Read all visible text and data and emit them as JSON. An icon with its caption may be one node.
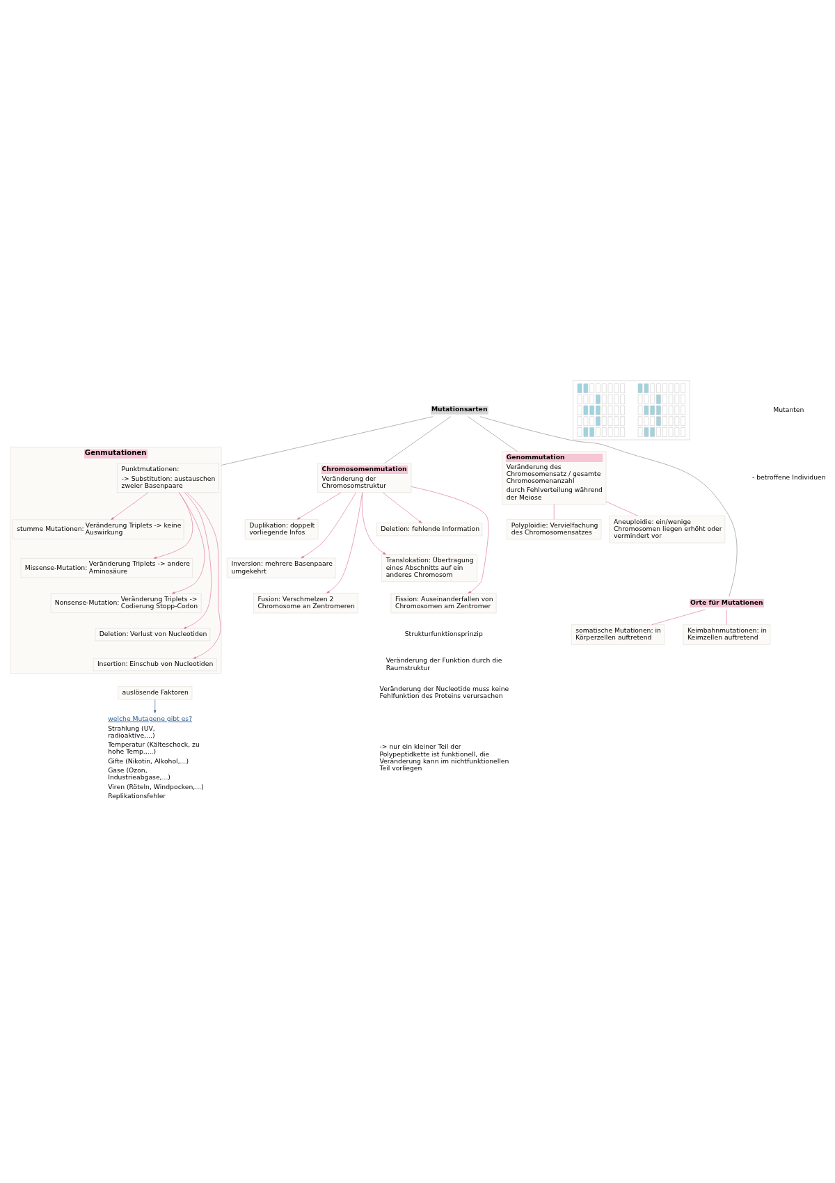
{
  "diagram": {
    "nodes": [
      {
        "text": [
          "Mutationsarten"
        ]
      },
      {
        "text": [
          "Chromosomenmutation",
          "Veränderung der Chromosomstruktur"
        ]
      },
      {
        "text": [
          "Deletion: fehlende Information"
        ]
      },
      {
        "text": [
          "Duplikation: doppelt vorliegende Infos"
        ]
      },
      {
        "text": [
          "Inversion: mehrere Basenpaare umgekehrt"
        ]
      },
      {
        "text": [
          "Translokation: Übertragung eines Abschnitts auf ein anderes Chromosom"
        ]
      },
      {
        "text": [
          "Fusion: Verschmelzen 2 Chromosome an Zentromeren"
        ]
      },
      {
        "text": [
          "Fission: Auseinanderfallen von Chromosomen am Zentromer"
        ]
      },
      {
        "text": [
          "Genommutation",
          "Veränderung des Chromosomensatz / gesamte Chromosomenanzahl",
          "durch Fehlverteilung während der Meiose"
        ]
      },
      {
        "text": [
          "Polyploidie: Vervielfachung des Chromosomensatzes"
        ]
      },
      {
        "text": [
          "Aneuploidie: ein/wenige Chromosomen liegen erhöht oder vermindert vor"
        ]
      },
      {
        "text": [
          "Orte für Mutationen"
        ]
      },
      {
        "text": [
          "somatische Mutationen: in Körperzellen auftretend"
        ]
      },
      {
        "text": [
          "Keimbahnmutationen: in Keimzellen auftretend"
        ]
      },
      {
        "text": [
          "Genmutationen"
        ]
      },
      {
        "text": [
          "Punktmutationen:",
          "-> Substitution: austauschen zweier Basenpaare"
        ],
        "in": 14
      },
      {
        "text": [
          "stumme Mutationen:",
          "Veränderung Triplets -> keine Auswirkung"
        ],
        "in": 14
      },
      {
        "text": [
          "Missense-Mutation:",
          "Veränderung Triplets -> andere Aminosäure"
        ],
        "in": 14
      },
      {
        "text": [
          "Nonsense-Mutation:",
          "Veränderung Triplets -> Codierung Stopp-Codon"
        ],
        "in": 14
      },
      {
        "text": [
          "Deletion:",
          "Verlust von Nucleotiden"
        ],
        "in": 14
      },
      {
        "text": [
          "Insertion:",
          "Einschub von Nucleotiden"
        ],
        "in": 14
      },
      {
        "text": [
          "auslösende Faktoren"
        ]
      },
      {
        "text": [
          "welche Mutagene gibt es?",
          "Strahlung (UV, radioaktive,...)",
          "Temperatur (Kälteschock, zu hohe Temp.,...)",
          "Gifte (Nikotin, Alkohol,...)",
          "Gase (Ozon, Industrieabgase,...)",
          "Viren (Röteln, Windpocken,...)",
          "Replikationsfehler"
        ]
      },
      {
        "text": [],
        "shape": "picture"
      }
    ],
    "edges": [
      {
        "from": 0,
        "to": 1,
        "arrow": "none",
        "color": "#8a8a8a"
      },
      {
        "from": 0,
        "to": 8,
        "arrow": "none",
        "color": "#8a8a8a"
      },
      {
        "from": 0,
        "to": 11,
        "arrow": "none",
        "color": "#8a8a8a"
      },
      {
        "from": 0,
        "to": 14,
        "arrow": "none",
        "color": "#8a8a8a"
      },
      {
        "from": 1,
        "to": 2,
        "arrow": "to"
      },
      {
        "from": 1,
        "to": 3,
        "arrow": "to"
      },
      {
        "from": 1,
        "to": 4,
        "arrow": "to"
      },
      {
        "from": 1,
        "to": 5,
        "arrow": "to"
      },
      {
        "from": 1,
        "to": 6,
        "arrow": "to"
      },
      {
        "from": 1,
        "to": 7,
        "arrow": "to"
      },
      {
        "from": 8,
        "to": 9,
        "arrow": "none"
      },
      {
        "from": 8,
        "to": 10,
        "arrow": "none"
      },
      {
        "from": 11,
        "to": 12,
        "arrow": "none"
      },
      {
        "from": 11,
        "to": 13,
        "arrow": "none"
      },
      {
        "from": 15,
        "to": 16,
        "arrow": "to"
      },
      {
        "from": 15,
        "to": 17,
        "arrow": "to"
      },
      {
        "from": 15,
        "to": 18,
        "arrow": "to"
      },
      {
        "from": 15,
        "to": 19,
        "arrow": "to"
      },
      {
        "from": 15,
        "to": 20,
        "arrow": "to"
      },
      {
        "from": 21,
        "to": 22,
        "arrow": "to",
        "color": "#2f5f8f"
      }
    ],
    "labels": [
      "Mutanten",
      "- betroffene Individuen",
      "Strukturfunktionsprinzip",
      "Veränderung der Funktion durch die Raumstruktur",
      "Veränderung der Nucleotide muss keine Fehlfunktion des Proteins verursachen",
      "-> nur ein kleiner Teil der Polypeptidkette ist funktionell, die Veränderung kann im nichtfunktionellen Teil vorliegen"
    ]
  }
}
